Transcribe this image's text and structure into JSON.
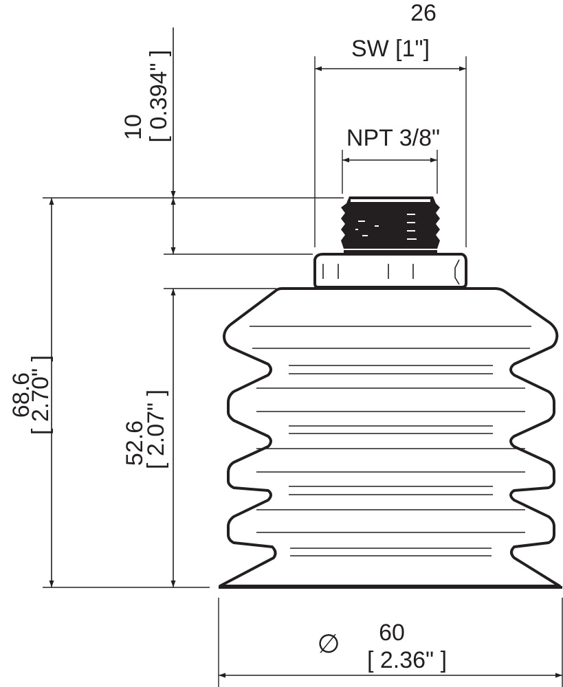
{
  "drawing": {
    "sw_dimension": {
      "value": "26",
      "label": "SW [1\"]"
    },
    "thread_dimension": {
      "label": "NPT 3/8\""
    },
    "thread_height": {
      "value": "10",
      "inch": "[ 0.394\" ]"
    },
    "overall_height": {
      "value": "68.6",
      "inch": "[ 2.70\" ]"
    },
    "bellows_height": {
      "value": "52.6",
      "inch": "[ 2.07\" ]"
    },
    "diameter": {
      "symbol": "∅",
      "value": "60",
      "inch": "[ 2.36\" ]"
    }
  },
  "colors": {
    "line": "#231f20",
    "background": "#ffffff"
  }
}
